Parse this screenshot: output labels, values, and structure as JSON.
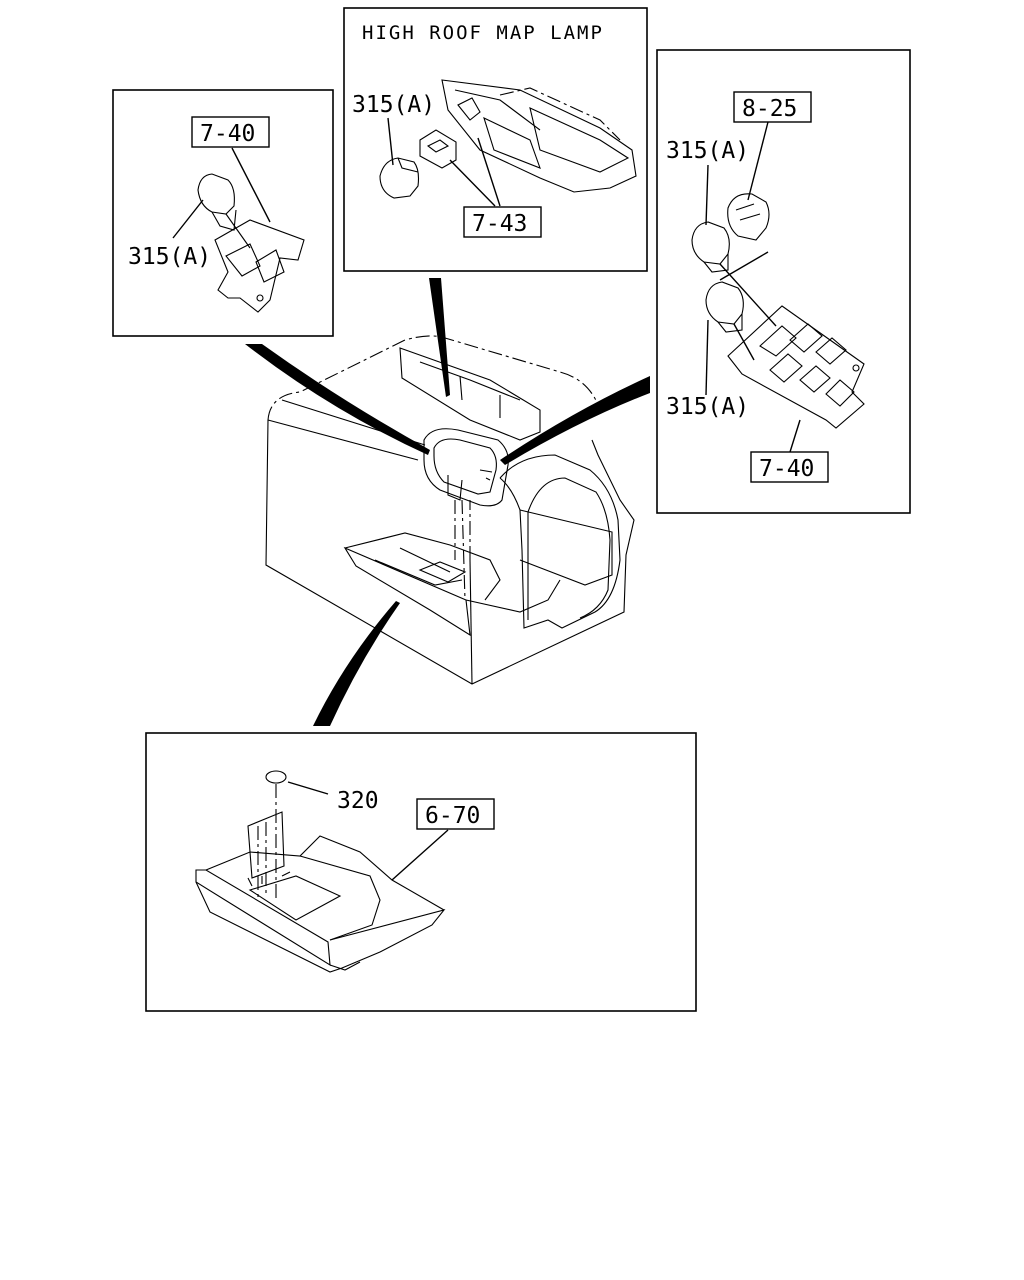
{
  "panels": {
    "top_left": {
      "ref_tag": "7-40",
      "part_label": "315(A)"
    },
    "top_center": {
      "title": "HIGH ROOF MAP LAMP",
      "part_label": "315(A)",
      "ref_tag": "7-43"
    },
    "right": {
      "ref_tag_top": "8-25",
      "part_label_upper": "315(A)",
      "part_label_lower": "315(A)",
      "ref_tag_bottom": "7-40"
    },
    "bottom": {
      "part_label": "320",
      "ref_tag": "6-70"
    }
  }
}
